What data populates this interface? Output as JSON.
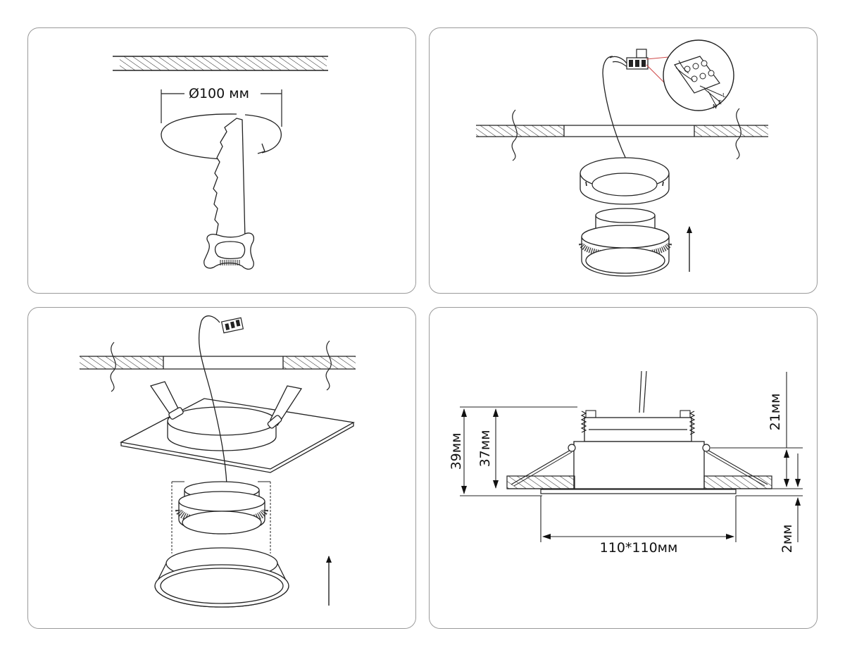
{
  "panels": {
    "cut_hole": {
      "diameter_label": "Ø100 мм"
    },
    "wiring": {
      "terminal_labels": {
        "l": "L",
        "e": "E",
        "n": "N"
      }
    },
    "dimensions": {
      "height_total": "39мм",
      "height_body": "37мм",
      "height_top": "21мм",
      "frame_thickness": "2мм",
      "frame_size": "110*110мм"
    }
  }
}
